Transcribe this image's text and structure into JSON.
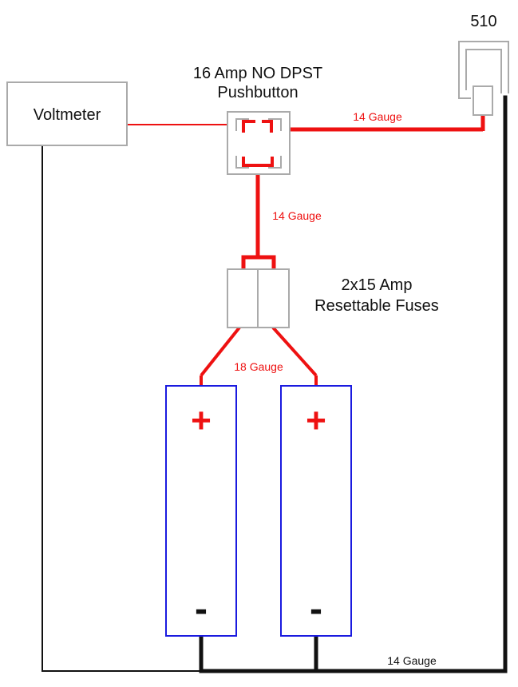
{
  "title": "",
  "components": {
    "voltmeter": {
      "label": "Voltmeter"
    },
    "switch": {
      "label_line1": "16 Amp NO DPST",
      "label_line2": "Pushbutton"
    },
    "fuses": {
      "label_line1": "2x15 Amp",
      "label_line2": "Resettable Fuses"
    },
    "connector": {
      "label": "510"
    },
    "battery_left": {
      "positive": "+",
      "negative": "-"
    },
    "battery_right": {
      "positive": "+",
      "negative": "-"
    }
  },
  "wires": {
    "switch_to_510": "14 Gauge",
    "fuse_to_switch": "14 Gauge",
    "battery_to_fuse": "18 Gauge",
    "ground_return": "14 Gauge"
  },
  "colors": {
    "positive_wire": "#ee1111",
    "ground_wire": "#111111",
    "battery_outline": "#1a1adf",
    "component_outline": "#aaaaaa"
  }
}
